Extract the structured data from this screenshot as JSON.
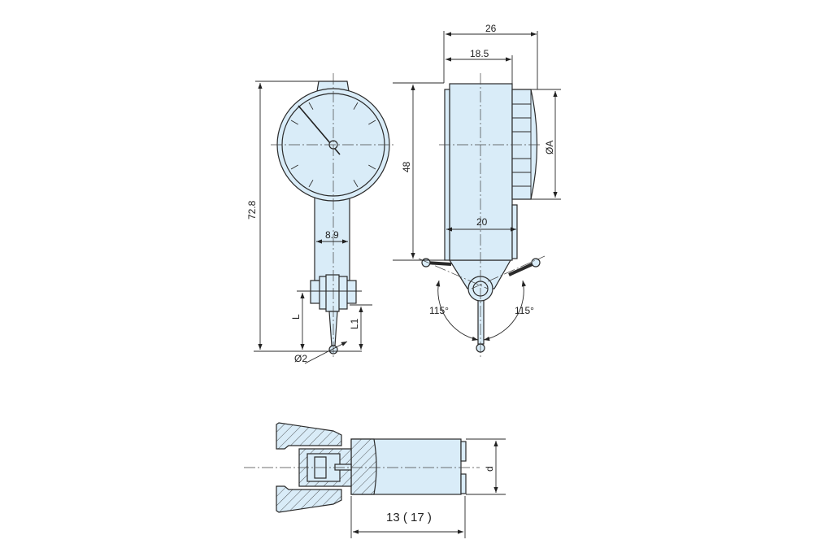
{
  "front_view": {
    "overall_height": "72.8",
    "stem_width": "8.9",
    "L": "L",
    "L1": "L1",
    "ball_dia": "Ø2"
  },
  "side_view": {
    "depth_total": "26",
    "depth_body": "18.5",
    "body_height": "48",
    "dial_dia": "ØA",
    "body_width": "20",
    "angle_left": "115°",
    "angle_right": "115°"
  },
  "bottom_view": {
    "stem_dia": "d",
    "stem_length": "13 ( 17 )"
  },
  "colors": {
    "fill": "#d9ecf8",
    "line": "#2a2a2a"
  }
}
